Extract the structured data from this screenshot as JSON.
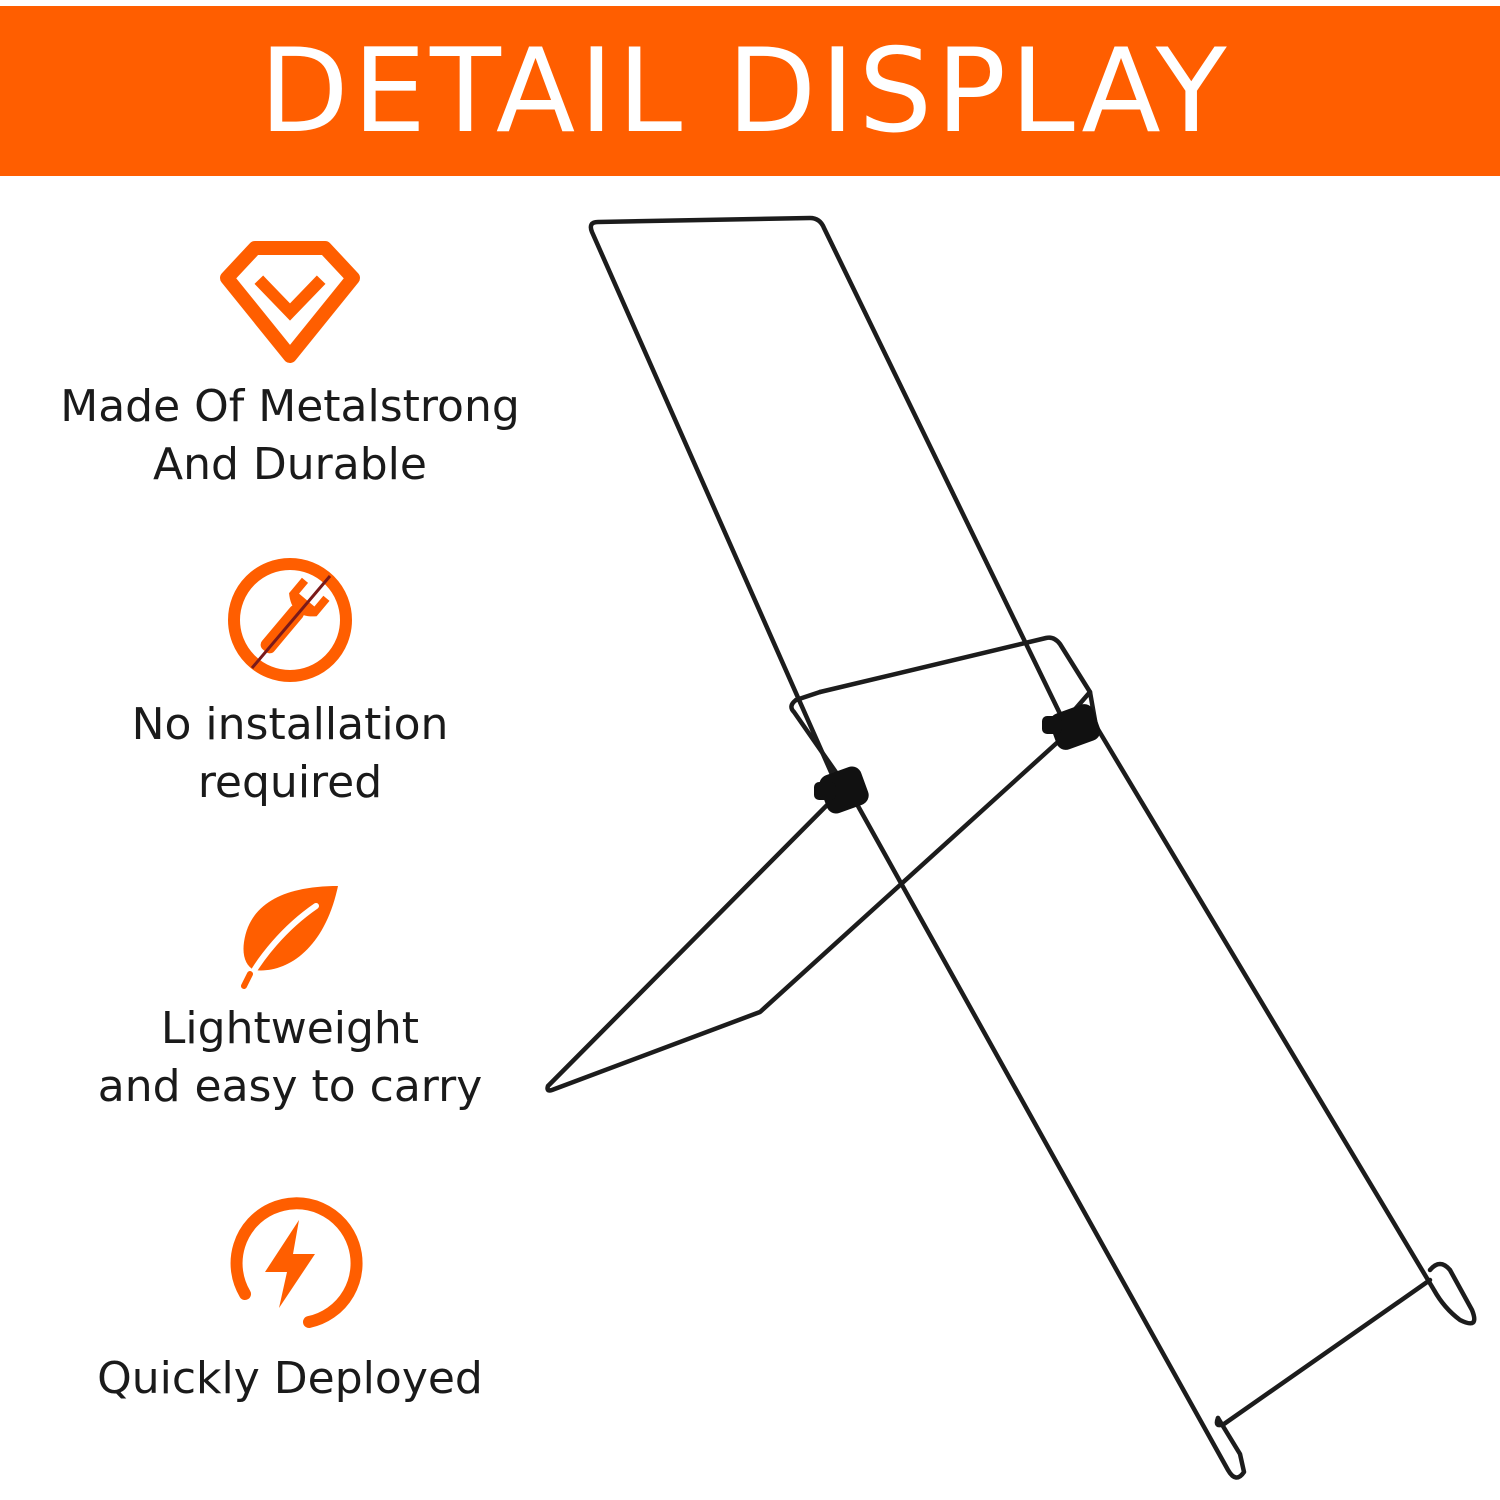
{
  "header": {
    "title": "DETAIL DISPLAY",
    "background_color": "#FF5E00"
  },
  "accent_color": "#FF5E00",
  "features": [
    {
      "icon": "diamond-check-icon",
      "lines": [
        "Made Of Metalstrong",
        "And Durable"
      ]
    },
    {
      "icon": "no-wrench-icon",
      "lines": [
        "No installation",
        "required"
      ]
    },
    {
      "icon": "leaf-icon",
      "lines": [
        "Lightweight",
        "and easy to carry"
      ]
    },
    {
      "icon": "lightning-circle-icon",
      "lines": [
        "Quickly Deployed"
      ]
    }
  ],
  "product": {
    "icon": "metal-wire-stand-image"
  }
}
